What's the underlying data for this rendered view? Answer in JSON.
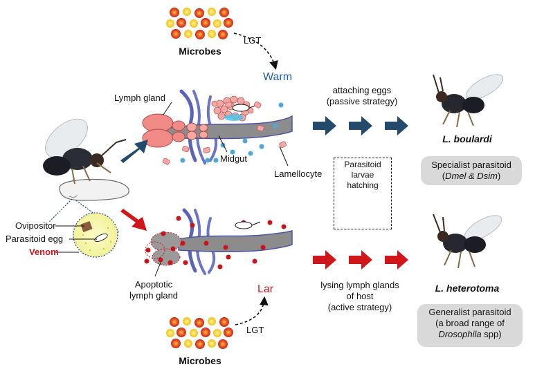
{
  "microbes_top_label": "Microbes",
  "microbes_bottom_label": "Microbes",
  "lgt_top": "LGT",
  "lgt_bottom": "LGT",
  "warm_label": "Warm",
  "lar_label": "Lar",
  "lymph_gland_label": "Lymph gland",
  "midgut_label": "Midgut",
  "lamellocyte_label": "Lamellocyte",
  "apoptotic_label_line1": "Apoptotic",
  "apoptotic_label_line2": "lymph gland",
  "ovipositor_label": "Ovipositor",
  "parasitoid_egg_label": "Parasitoid egg",
  "venom_label": "Venom",
  "passive_line1": "attaching eggs",
  "passive_line2": "(passive strategy)",
  "active_line1": "lysing lymph glands",
  "active_line2": "of host",
  "active_line3": "(active strategy)",
  "hatching_line1": "Parasitoid",
  "hatching_line2": "larvae",
  "hatching_line3": "hatching",
  "species_top": "L. boulardi",
  "species_bottom": "L. heterotoma",
  "specialist_line1": "Specialist parasitoid",
  "specialist_line2_prefix": "(",
  "specialist_line2_italic": "Dmel & Dsim",
  "specialist_line2_suffix": ")",
  "generalist_line1": "Generalist parasitoid",
  "generalist_line2": "(a broad range of",
  "generalist_line3_italic": "Drosophila",
  "generalist_line3_suffix": " spp)",
  "colors": {
    "warm_blue": "#1f5fa8",
    "arrow_navy": "#234a6b",
    "arrow_red": "#d0161b",
    "lar_red": "#d0161b",
    "gut_gray": "#8c8c8c",
    "gland_pink": "#f08a86",
    "venom_red": "#d0161b"
  }
}
